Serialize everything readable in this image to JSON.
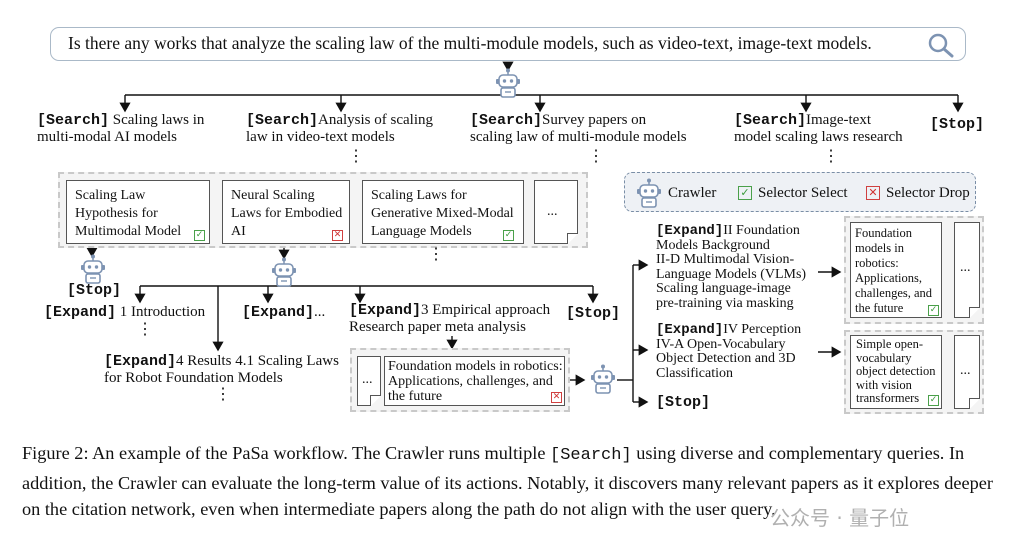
{
  "query": "Is there any works that analyze the scaling law of the multi-module models, such as video-text, image-text models.",
  "tags": {
    "search": "[Search]",
    "expand": "[Expand]",
    "stop": "[Stop]"
  },
  "search_branches": [
    {
      "line1": "Scaling laws in",
      "line2": "multi-modal AI models"
    },
    {
      "line1": "Analysis of scaling",
      "line2": "law in video-text models"
    },
    {
      "line1": "Survey papers on",
      "line2": "scaling law of multi-module models"
    },
    {
      "line1": "Image-text",
      "line2": "model scaling laws research"
    }
  ],
  "ellipsis": "⋮",
  "more": "...",
  "papers": [
    {
      "lines": [
        "Scaling Law",
        "Hypothesis for",
        "Multimodal Model"
      ],
      "status": "select"
    },
    {
      "lines": [
        "Neural Scaling",
        "Laws for Embodied",
        "AI"
      ],
      "status": "drop"
    },
    {
      "lines": [
        "Scaling Laws for",
        "Generative Mixed-Modal",
        "Language Models"
      ],
      "status": "select"
    }
  ],
  "legend": {
    "crawler": "Crawler",
    "select": "Selector Select",
    "drop": "Selector Drop"
  },
  "expand_left": [
    {
      "text": "1 Introduction"
    },
    {
      "text": "..."
    },
    {
      "line1": "3 Empirical approach",
      "line2": "Research paper meta analysis"
    },
    {
      "line1": "4 Results 4.1 Scaling Laws",
      "line2": "for Robot Foundation Models"
    }
  ],
  "bottom_paper": {
    "lines": [
      "Foundation models in robotics:",
      "Applications, challenges, and",
      "the future"
    ],
    "status": "drop"
  },
  "expand_right": [
    {
      "lines": [
        "II Foundation",
        "Models Background",
        "II-D Multimodal Vision-",
        "Language Models (VLMs)",
        "Scaling language-image",
        "pre-training via masking"
      ]
    },
    {
      "lines": [
        "IV Perception",
        "IV-A Open-Vocabulary",
        "Object Detection and 3D",
        "Classification"
      ]
    }
  ],
  "right_papers": [
    {
      "lines": [
        "Foundation",
        "models in",
        "robotics:",
        "Applications,",
        "challenges, and",
        "the future"
      ],
      "status": "select"
    },
    {
      "lines": [
        "Simple open-",
        "vocabulary",
        "object detection",
        "with vision",
        "transformers"
      ],
      "status": "select"
    }
  ],
  "caption": {
    "part1": "Figure 2: An example of the PaSa workflow. The Crawler runs multiple ",
    "mono": "[Search]",
    "part2": " using diverse and complementary queries. In addition, the Crawler can evaluate the long-term value of its actions. Notably, it discovers many relevant papers as it explores deeper on the citation network, even when intermediate papers along the path do not align with the user query."
  },
  "watermark": "公众号 · 量子位",
  "colors": {
    "select": "#4aa04a",
    "drop": "#d04040",
    "robot": "#7d93b2",
    "panel_border": "#c9c9c9"
  }
}
